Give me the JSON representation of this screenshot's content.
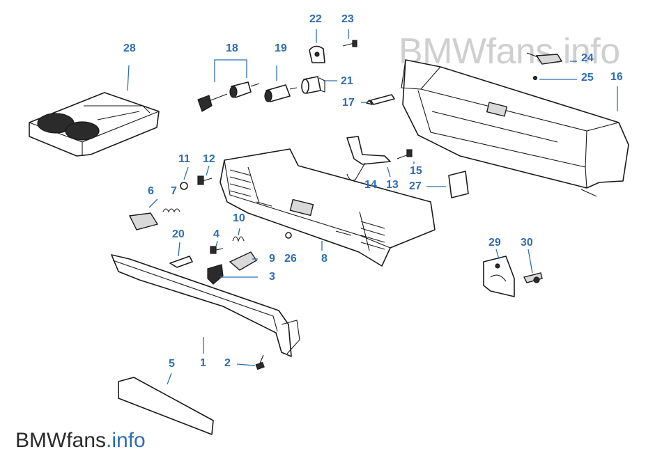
{
  "watermark": {
    "top": "BMWfans.info",
    "brand": "BMWfans",
    "tld": ".info"
  },
  "callouts": [
    "1",
    "2",
    "3",
    "4",
    "5",
    "6",
    "7",
    "8",
    "9",
    "10",
    "11",
    "12",
    "13",
    "14",
    "15",
    "16",
    "17",
    "18",
    "19",
    "20",
    "21",
    "22",
    "23",
    "24",
    "25",
    "26",
    "27",
    "28",
    "29",
    "30"
  ],
  "colors": {
    "callout": "#2f6db0",
    "line_art": "#1a1a1a",
    "watermark": "#cfcfcf"
  }
}
